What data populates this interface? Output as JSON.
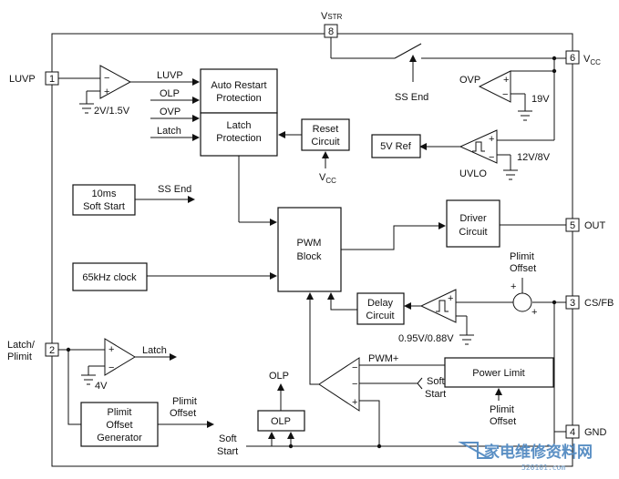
{
  "pins": {
    "p1": {
      "num": "1",
      "name": "LUVP"
    },
    "p2": {
      "num": "2",
      "name_line1": "Latch/",
      "name_line2": "Plimit"
    },
    "p3": {
      "num": "3",
      "name": "CS/FB"
    },
    "p4": {
      "num": "4",
      "name": "GND"
    },
    "p5": {
      "num": "5",
      "name": "OUT"
    },
    "p6": {
      "num": "6",
      "name_main": "V",
      "name_sub": "CC"
    },
    "p8": {
      "num": "8",
      "name_main": "V",
      "name_sub": "STR"
    }
  },
  "blocks": {
    "auto_restart": {
      "line1": "Auto Restart",
      "line2": "Protection"
    },
    "latch_protection": {
      "line1": "Latch",
      "line2": "Protection"
    },
    "reset_circuit": {
      "line1": "Reset",
      "line2": "Circuit"
    },
    "ref_5v": {
      "label": "5V Ref"
    },
    "soft_start": {
      "line1": "10ms",
      "line2": "Soft Start"
    },
    "pwm_block": {
      "line1": "PWM",
      "line2": "Block"
    },
    "driver": {
      "line1": "Driver",
      "line2": "Circuit"
    },
    "clock": {
      "label": "65kHz clock"
    },
    "delay": {
      "line1": "Delay",
      "line2": "Circuit"
    },
    "power_limit": {
      "label": "Power Limit"
    },
    "plimit_gen": {
      "line1": "Plimit",
      "line2": "Offset",
      "line3": "Generator"
    },
    "olp": {
      "label": "OLP"
    }
  },
  "labels": {
    "luvp_sig": "LUVP",
    "olp_sig1": "OLP",
    "ovp_sig": "OVP",
    "latch_sig": "Latch",
    "luvp_thresh": "2V/1.5V",
    "ss_end_switch": "SS End",
    "ovp_comp": "OVP",
    "ovp_thresh": "19V",
    "uvlo_comp": "UVLO",
    "uvlo_thresh": "12V/8V",
    "reset_vcc_main": "V",
    "reset_vcc_sub": "CC",
    "ss_end_out": "SS End",
    "plimit_offset_top_line1": "Plimit",
    "plimit_offset_top_line2": "Offset",
    "cs_thresh": "0.95V/0.88V",
    "latch_out": "Latch",
    "latch_thresh": "4V",
    "pwm_plus": "PWM+",
    "soft_start_in_line1": "Soft",
    "soft_start_in_line2": "Start",
    "plimit_offset_right_line1": "Plimit",
    "plimit_offset_right_line2": "Offset",
    "plimit_offset_left_line1": "Plimit",
    "plimit_offset_left_line2": "Offset",
    "olp_out": "OLP",
    "soft_start_bottom_line1": "Soft",
    "soft_start_bottom_line2": "Start",
    "plus": "+",
    "minus": "−"
  },
  "watermark": {
    "text": "家电维修资料网",
    "url": "520101.com"
  }
}
